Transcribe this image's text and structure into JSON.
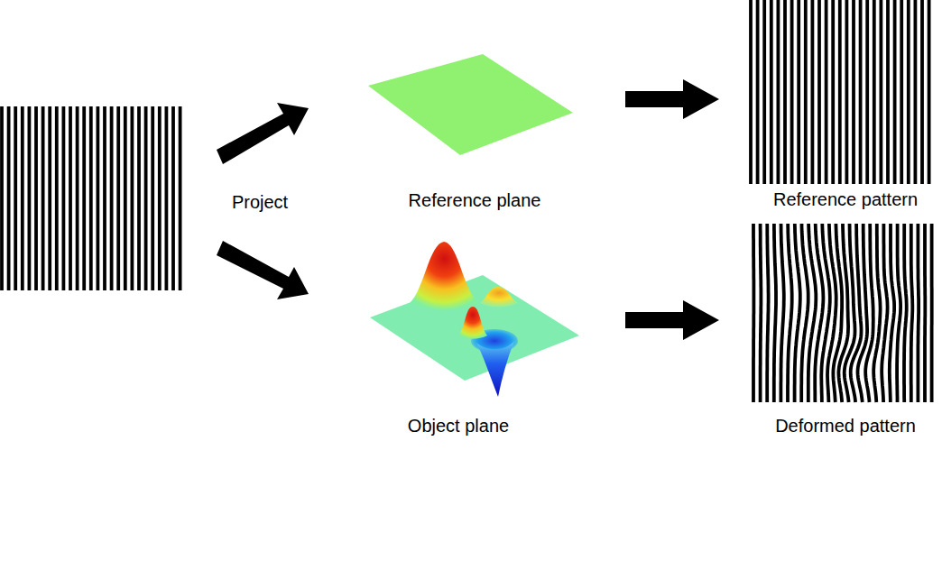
{
  "diagram": {
    "labels": [
      "Project",
      "Reference plane",
      "Object plane",
      "Reference pattern",
      "Deformed pattern"
    ]
  }
}
